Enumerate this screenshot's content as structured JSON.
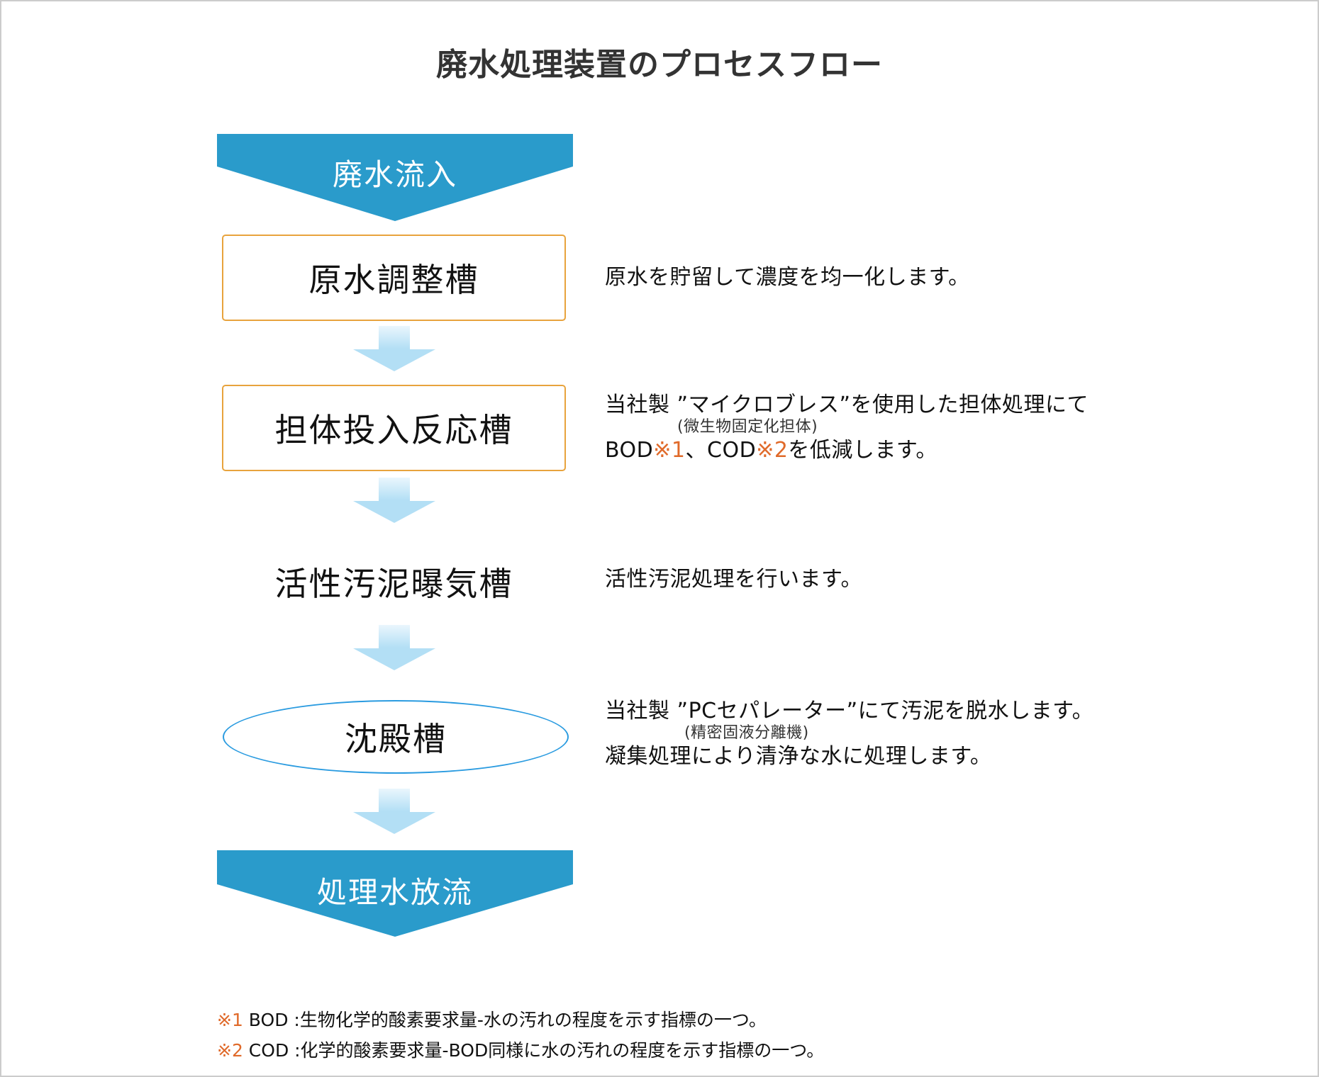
{
  "title": "廃水処理装置のプロセスフロー",
  "colors": {
    "banner_blue": "#2a9bcb",
    "box_border_orange": "#e8a33d",
    "ellipse_border_blue": "#2a9be0",
    "arrow_light_blue": "#b3dff5",
    "footnote_mark_orange": "#e06a2a"
  },
  "flow": {
    "inflow_label": "廃水流入",
    "steps": [
      {
        "label": "原水調整槽",
        "shape": "rounded-rect"
      },
      {
        "label": "担体投入反応槽",
        "shape": "rounded-rect"
      },
      {
        "label": "活性汚泥曝気槽",
        "shape": "none"
      },
      {
        "label": "沈殿槽",
        "shape": "ellipse"
      }
    ],
    "outflow_label": "処理水放流"
  },
  "descriptions": {
    "step1": {
      "line1": "原水を貯留して濃度を均一化します。"
    },
    "step2": {
      "line1": "当社製 ”マイクロブレス”を使用した担体処理にて",
      "sub": "(微生物固定化担体)",
      "line2_a": "BOD",
      "line2_mark1": "※1",
      "line2_b": "、COD",
      "line2_mark2": "※2",
      "line2_c": "を低減します。"
    },
    "step3": {
      "line1": "活性汚泥処理を行います。"
    },
    "step4": {
      "line1": "当社製 ”PCセパレーター”にて汚泥を脱水します。",
      "sub": "(精密固液分離機)",
      "line2": "凝集処理により清浄な水に処理します。"
    }
  },
  "footnotes": [
    {
      "mark": "※1",
      "text": " BOD :生物化学的酸素要求量-水の汚れの程度を示す指標の一つ。"
    },
    {
      "mark": "※2",
      "text": " COD :化学的酸素要求量-BOD同様に水の汚れの程度を示す指標の一つ。"
    }
  ]
}
